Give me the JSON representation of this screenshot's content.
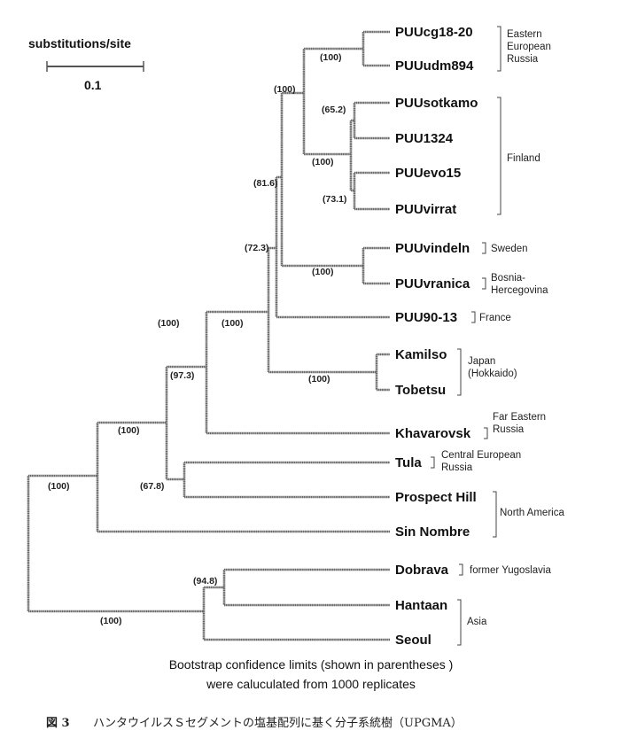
{
  "scale_bar": {
    "title": "substitutions/site",
    "value": "0.1"
  },
  "leaves": [
    "PUUcg18-20",
    "PUUudm894",
    "PUUsotkamo",
    "PUU1324",
    "PUUevo15",
    "PUUvirrat",
    "PUUvindeln",
    "PUUvranica",
    "PUU90-13",
    "Kamilso",
    "Tobetsu",
    "Khavarovsk",
    "Tula",
    "Prospect Hill",
    "Sin Nombre",
    "Dobrava",
    "Hantaan",
    "Seoul"
  ],
  "bootstrap": [
    "(100)",
    "(65.2)",
    "(73.1)",
    "(100)",
    "(100)",
    "(100)",
    "(81.6)",
    "(72.3)",
    "(100)",
    "(100)",
    "(100)",
    "(97.3)",
    "(67.8)",
    "(100)",
    "(100)",
    "(94.8)",
    "(100)"
  ],
  "groups": [
    {
      "lines": [
        "Eastern",
        "European",
        "Russia"
      ]
    },
    {
      "lines": [
        "Finland"
      ]
    },
    {
      "lines": [
        "Sweden"
      ]
    },
    {
      "lines": [
        "Bosnia-",
        "Hercegovina"
      ]
    },
    {
      "lines": [
        "France"
      ]
    },
    {
      "lines": [
        "Japan",
        "(Hokkaido)"
      ]
    },
    {
      "lines": [
        "Far Eastern",
        "Russia"
      ]
    },
    {
      "lines": [
        "Central European",
        "Russia"
      ]
    },
    {
      "lines": [
        "North America"
      ]
    },
    {
      "lines": [
        "former Yugoslavia"
      ]
    },
    {
      "lines": [
        "Asia"
      ]
    }
  ],
  "note": [
    "Bootstrap confidence limits (shown in parentheses )",
    "were caluculated from 1000 replicates"
  ],
  "caption": {
    "figure": "図 3",
    "text": "ハンタウイルスＳセグメントの塩基配列に基く分子系統樹（UPGMA）"
  }
}
